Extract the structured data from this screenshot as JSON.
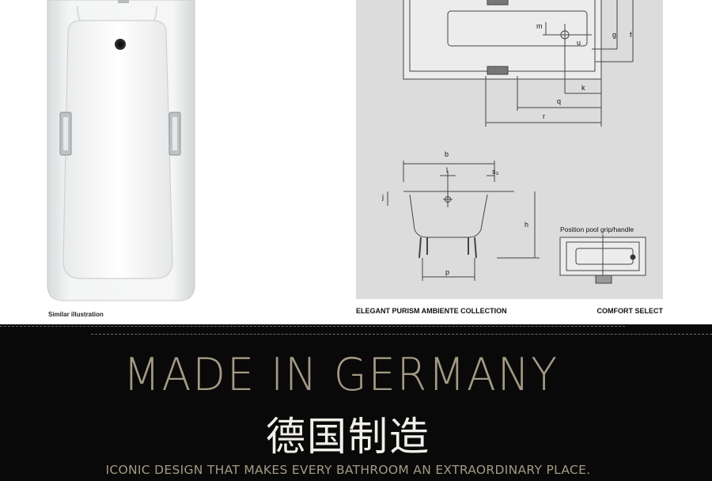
{
  "captions": {
    "similar": "Similar illustration",
    "collection": "ELEGANT PURISM AMBIENTE COLLECTION",
    "comfort": "COMFORT SELECT"
  },
  "drawing": {
    "dims": {
      "m": "m",
      "u": "u",
      "g": "g",
      "f": "f",
      "k": "k",
      "q": "q",
      "r": "r",
      "b": "b",
      "l": "l",
      "s3": "s₃",
      "h": "h",
      "p": "p",
      "j": "j"
    },
    "grip_label": "Position pool grip/handle"
  },
  "banner": {
    "made": "MADE IN GERMANY",
    "made_cn": "德国制造",
    "tagline": "ICONIC DESIGN THAT MAKES EVERY BATHROOM AN EXTRAORDINARY PLACE."
  }
}
